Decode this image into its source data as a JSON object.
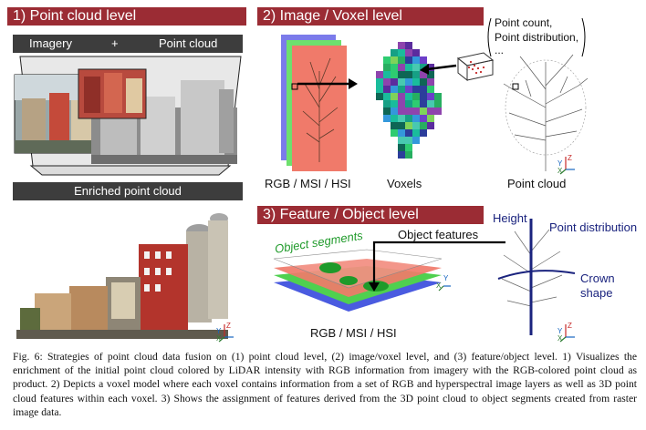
{
  "panel1": {
    "title": "1) Point cloud level",
    "imagery_label": "Imagery",
    "plus": "+",
    "pointcloud_label": "Point cloud",
    "enriched_label": "Enriched point cloud"
  },
  "panel2": {
    "title": "2) Image / Voxel level",
    "stack_label": "RGB / MSI / HSI",
    "voxels_label": "Voxels",
    "pointcloud_label": "Point cloud",
    "voxel_info_line1": "Point count,",
    "voxel_info_line2": "Point distribution,",
    "voxel_info_line3": "..."
  },
  "panel3": {
    "title": "3) Feature / Object level",
    "segments_label": "Object segments",
    "features_label": "Object features",
    "stack_label": "RGB / MSI / HSI",
    "height_label": "Height",
    "distribution_label": "Point distribution",
    "crown_label_1": "Crown",
    "crown_label_2": "shape"
  },
  "axes": {
    "x": "X",
    "y": "Y",
    "z": "Z"
  },
  "caption": "Fig. 6: Strategies of point cloud data fusion on (1) point cloud level, (2) image/voxel level, and (3) feature/object level. 1) Visualizes the enrichment of the initial point cloud colored by LiDAR intensity with RGB information from imagery with the RGB-colored point cloud as product. 2) Depicts a voxel model where each voxel contains information from a set of RGB and hyperspectral image layers as well as 3D point cloud features within each voxel. 3) Shows the assignment of features derived from the 3D point cloud to object segments created from raster image data.",
  "colors": {
    "header": "#9b2c34",
    "bar": "#3d3d3d",
    "layer_red": "#f07a6a",
    "layer_green": "#5bd45b",
    "layer_blue": "#5b6ee0",
    "segment_green": "#1f9a2a",
    "annotation_navy": "#1a237e"
  }
}
